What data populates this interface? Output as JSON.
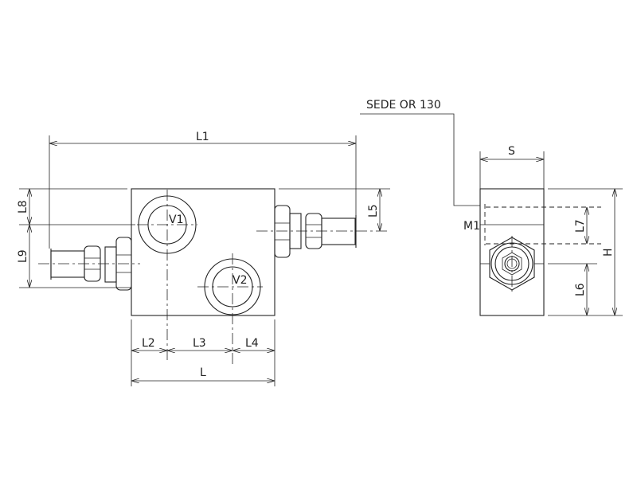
{
  "drawing": {
    "callout": "SEDE OR 130",
    "front_view": {
      "dimensions": {
        "L1": "L1",
        "L": "L",
        "L2": "L2",
        "L3": "L3",
        "L4": "L4",
        "L5": "L5",
        "L8": "L8",
        "L9": "L9"
      },
      "ports": {
        "V1": "V1",
        "V2": "V2"
      }
    },
    "side_view": {
      "dimensions": {
        "S": "S",
        "H": "H",
        "L6": "L6",
        "L7": "L7"
      },
      "ports": {
        "M1": "M1"
      }
    }
  }
}
